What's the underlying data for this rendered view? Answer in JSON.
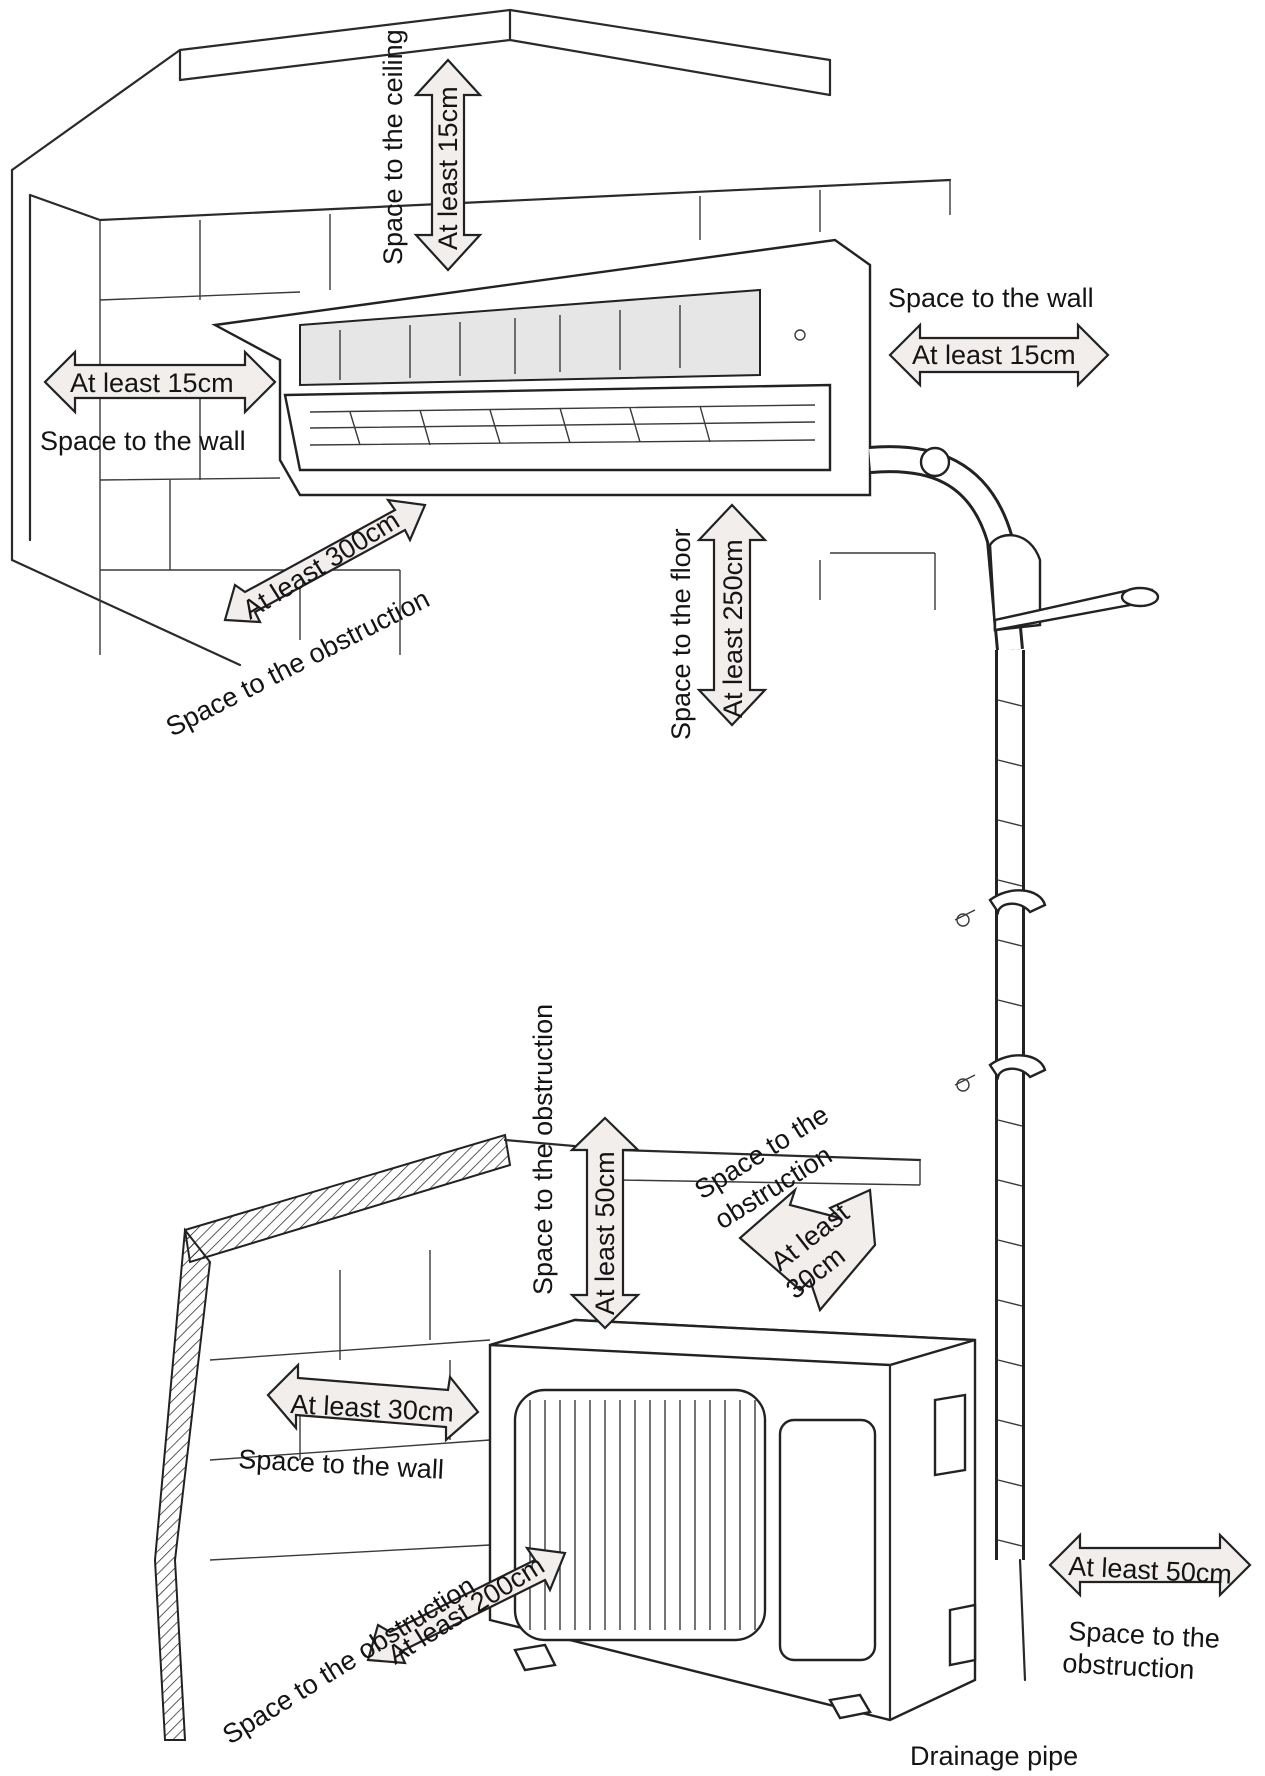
{
  "labels": {
    "indoor_ceiling_space": "Space to the ceiling",
    "indoor_ceiling_min": "At least 15cm",
    "indoor_right_wall_space": "Space to the wall",
    "indoor_right_wall_min": "At least 15cm",
    "indoor_left_wall_min": "At least 15cm",
    "indoor_left_wall_space": "Space to the wall",
    "indoor_front_min": "At least 300cm",
    "indoor_front_space": "Space to the obstruction",
    "indoor_floor_space": "Space to the floor",
    "indoor_floor_min": "At least 250cm",
    "outdoor_top_space": "Space to the obstruction",
    "outdoor_top_min": "At least 50cm",
    "outdoor_back_space_line1": "Space to the",
    "outdoor_back_space_line2": "obstruction",
    "outdoor_back_min_line1": "At least",
    "outdoor_back_min_line2": "30cm",
    "outdoor_left_min": "At least 30cm",
    "outdoor_left_space": "Space to the wall",
    "outdoor_front_space": "Space to the obstruction",
    "outdoor_front_min": "At least 200cm",
    "outdoor_right_min": "At least 50cm",
    "outdoor_right_space_line1": "Space to the",
    "outdoor_right_space_line2": "obstruction",
    "drainage_pipe": "Drainage pipe"
  }
}
